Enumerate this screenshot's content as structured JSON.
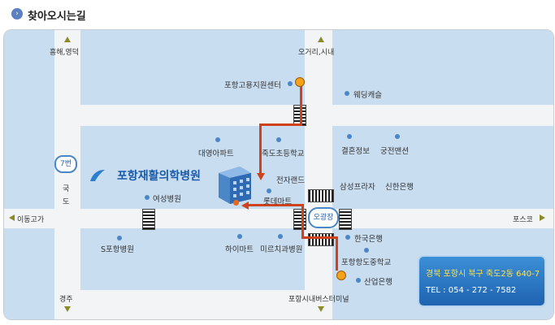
{
  "header": {
    "title": "찾아오시는길",
    "icon": "chevron-right-icon"
  },
  "roads": {
    "north_left": "흥해,영덕",
    "north_right": "오거리,시내",
    "west": "이동고가",
    "east": "포스코",
    "south_left": "경주",
    "south_right": "포항시내버스터미널",
    "route_no": "7번",
    "national_road": [
      "국",
      "도"
    ]
  },
  "hospital": {
    "name": "포항재활의학병원"
  },
  "landmarks": [
    {
      "id": "employment",
      "label": "포항고용지원센터"
    },
    {
      "id": "wedding",
      "label": "웨딩캐슬"
    },
    {
      "id": "daeyoung",
      "label": "대영아파트"
    },
    {
      "id": "jukdo",
      "label": "죽도초등학교"
    },
    {
      "id": "marriage",
      "label": "결혼정보"
    },
    {
      "id": "gungjeon",
      "label": "궁전맨션"
    },
    {
      "id": "electronics",
      "label": "전자랜드"
    },
    {
      "id": "lotte",
      "label": "롯데마트"
    },
    {
      "id": "samsung",
      "label": "삼성프라자"
    },
    {
      "id": "shinhan",
      "label": "신한은행"
    },
    {
      "id": "yeoseong",
      "label": "여성병원"
    },
    {
      "id": "s_hospital",
      "label": "S포항병원"
    },
    {
      "id": "himart",
      "label": "하이마트"
    },
    {
      "id": "dental",
      "label": "미르치과병원"
    },
    {
      "id": "hanguk",
      "label": "한국은행"
    },
    {
      "id": "hangdo",
      "label": "포항항도중학교"
    },
    {
      "id": "sanup",
      "label": "산업은행"
    }
  ],
  "intersection": "오광장",
  "info": {
    "address": "경북 포항시 북구 죽도2동 640-7",
    "tel": "TEL : 054 - 272 - 7582"
  },
  "colors": {
    "block": "#c9ddf0",
    "route": "#d0421b",
    "info_box": "#1f63b0",
    "address_text": "#ffe14a"
  }
}
